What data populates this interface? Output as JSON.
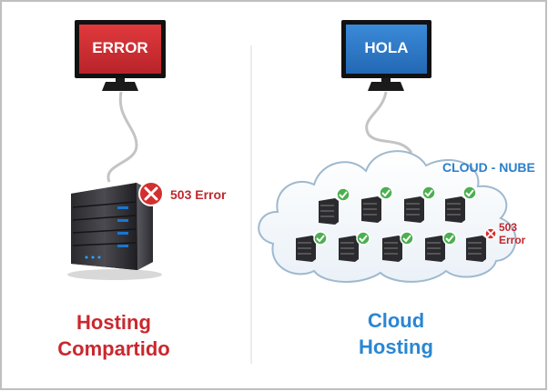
{
  "left": {
    "monitor_label": "ERROR",
    "monitor_color": "#d02b2f",
    "server_status": "503 Error",
    "caption_line1": "Hosting",
    "caption_line2": "Compartido",
    "caption_color": "#c9282f"
  },
  "right": {
    "monitor_label": "HOLA",
    "monitor_color": "#2c79c8",
    "cloud_title": "CLOUD - NUBE",
    "failed_server_line1": "503",
    "failed_server_line2": "Error",
    "caption_line1": "Cloud",
    "caption_line2": "Hosting",
    "caption_color": "#2a86d3"
  },
  "icons": {
    "server_ok": "green-check-icon",
    "server_fail": "red-x-icon"
  }
}
